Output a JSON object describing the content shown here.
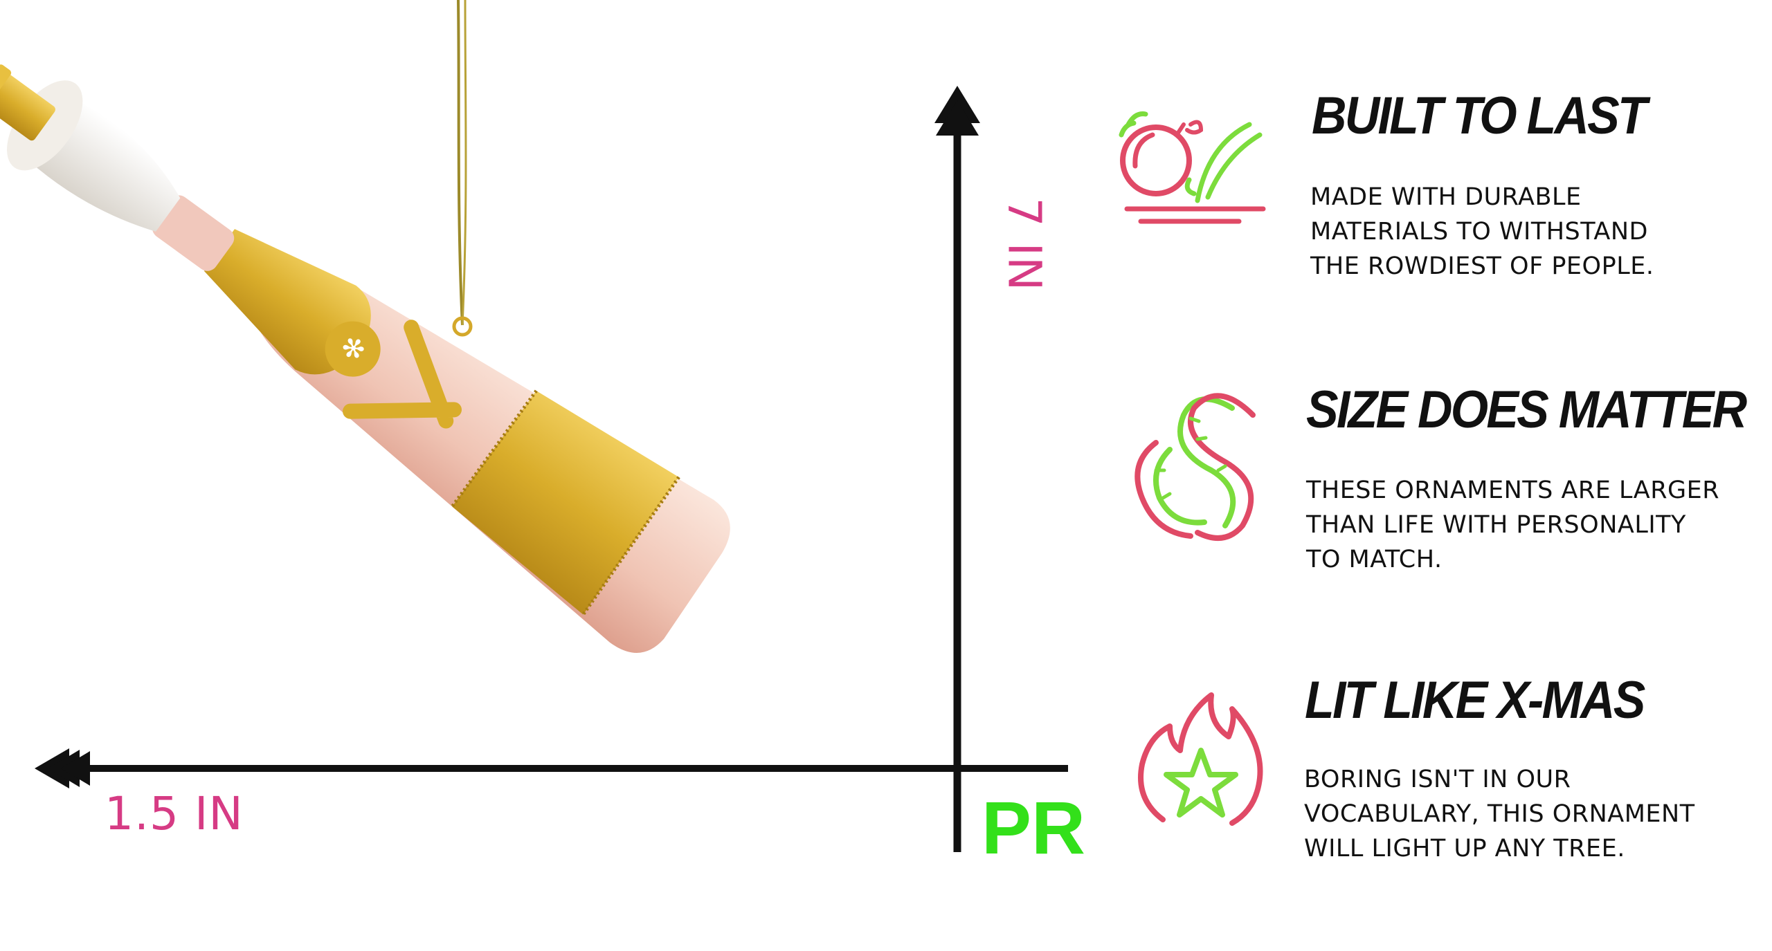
{
  "dimensions": {
    "width_label": "1.5 IN",
    "height_label": "7 IN",
    "brand_mark": "PR"
  },
  "colors": {
    "pink": "#d63b84",
    "green": "#33e01a",
    "icon_red": "#e04a66",
    "icon_green": "#7cdc3c",
    "gold": "#d9ad2b",
    "blush": "#f0c4b4"
  },
  "features": [
    {
      "icon": "bouncing-ball-icon",
      "title": "BUILT TO LAST",
      "lines": [
        "MADE WITH DURABLE",
        "MATERIALS TO WITHSTAND",
        "THE ROWDIEST OF PEOPLE."
      ]
    },
    {
      "icon": "measuring-tape-icon",
      "title": "SIZE DOES MATTER",
      "lines": [
        "THESE ORNAMENTS ARE LARGER",
        "THAN LIFE WITH PERSONALITY",
        "TO MATCH."
      ]
    },
    {
      "icon": "flame-star-icon",
      "title": "LIT LIKE X-MAS",
      "lines": [
        "BORING ISN'T IN OUR",
        "VOCABULARY, THIS ORNAMENT",
        "WILL LIGHT UP ANY TREE."
      ]
    }
  ]
}
